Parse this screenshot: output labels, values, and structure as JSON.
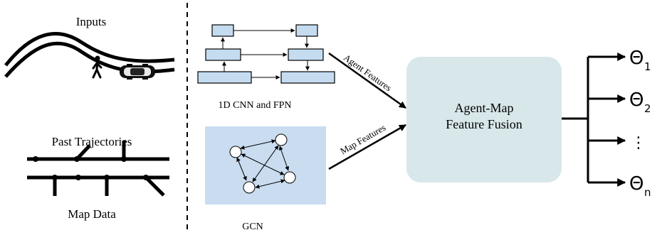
{
  "inputs": {
    "title": "Inputs",
    "past_trajectories_label": "Past Trajectories",
    "map_data_label": "Map Data",
    "pedestrian_icon": "pedestrian-icon",
    "car_icon": "car-icon"
  },
  "encoders": {
    "cnn_fpn_label": "1D CNN and FPN",
    "gcn_label": "GCN"
  },
  "arrows": {
    "agent_features": "Agent Features",
    "map_features": "Map Features"
  },
  "fusion": {
    "line1": "Agent-Map",
    "line2": "Feature Fusion"
  },
  "outputs": [
    {
      "symbol": "Θ",
      "subscript": "1"
    },
    {
      "symbol": "Θ",
      "subscript": "2"
    },
    {
      "symbol": "⋮",
      "subscript": ""
    },
    {
      "symbol": "Θ",
      "subscript": "n"
    }
  ],
  "colors": {
    "cnn_box_fill": "#c5dcf0",
    "gcn_panel_fill": "#c9dcf0",
    "fusion_fill": "#d8e7ea",
    "stroke": "#000000"
  }
}
